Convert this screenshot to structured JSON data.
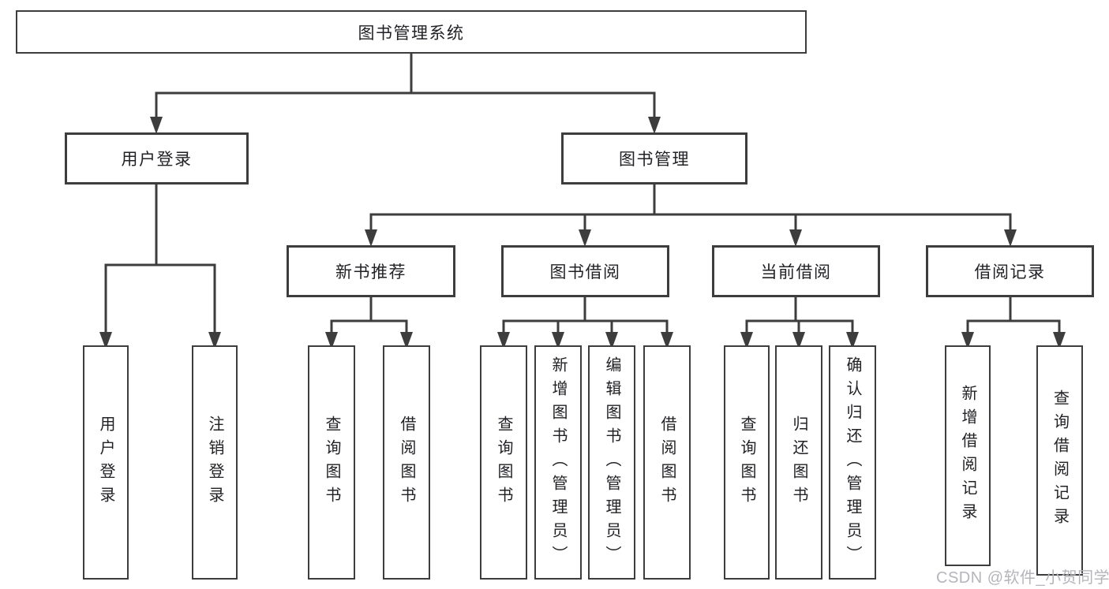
{
  "tree": {
    "root": {
      "label": "图书管理系统"
    },
    "branches": [
      {
        "label": "用户登录",
        "children": [
          {
            "label": "用户登录"
          },
          {
            "label": "注销登录"
          }
        ]
      },
      {
        "label": "图书管理",
        "children": [
          {
            "label": "新书推荐",
            "children": [
              {
                "label": "查询图书"
              },
              {
                "label": "借阅图书"
              }
            ]
          },
          {
            "label": "图书借阅",
            "children": [
              {
                "label": "查询图书"
              },
              {
                "label": "新增图书（管理员）"
              },
              {
                "label": "编辑图书（管理员）"
              },
              {
                "label": "借阅图书"
              }
            ]
          },
          {
            "label": "当前借阅",
            "children": [
              {
                "label": "查询图书"
              },
              {
                "label": "归还图书"
              },
              {
                "label": "确认归还（管理员）"
              }
            ]
          },
          {
            "label": "借阅记录",
            "children": [
              {
                "label": "新增借阅记录"
              },
              {
                "label": "查询借阅记录"
              }
            ]
          }
        ]
      }
    ]
  },
  "watermark": {
    "text": "CSDN @软件_小贺同学"
  },
  "colors": {
    "line": "#3d3d3d",
    "text": "#222226",
    "watermark": "#b5b5bb",
    "bg": "#ffffff"
  }
}
